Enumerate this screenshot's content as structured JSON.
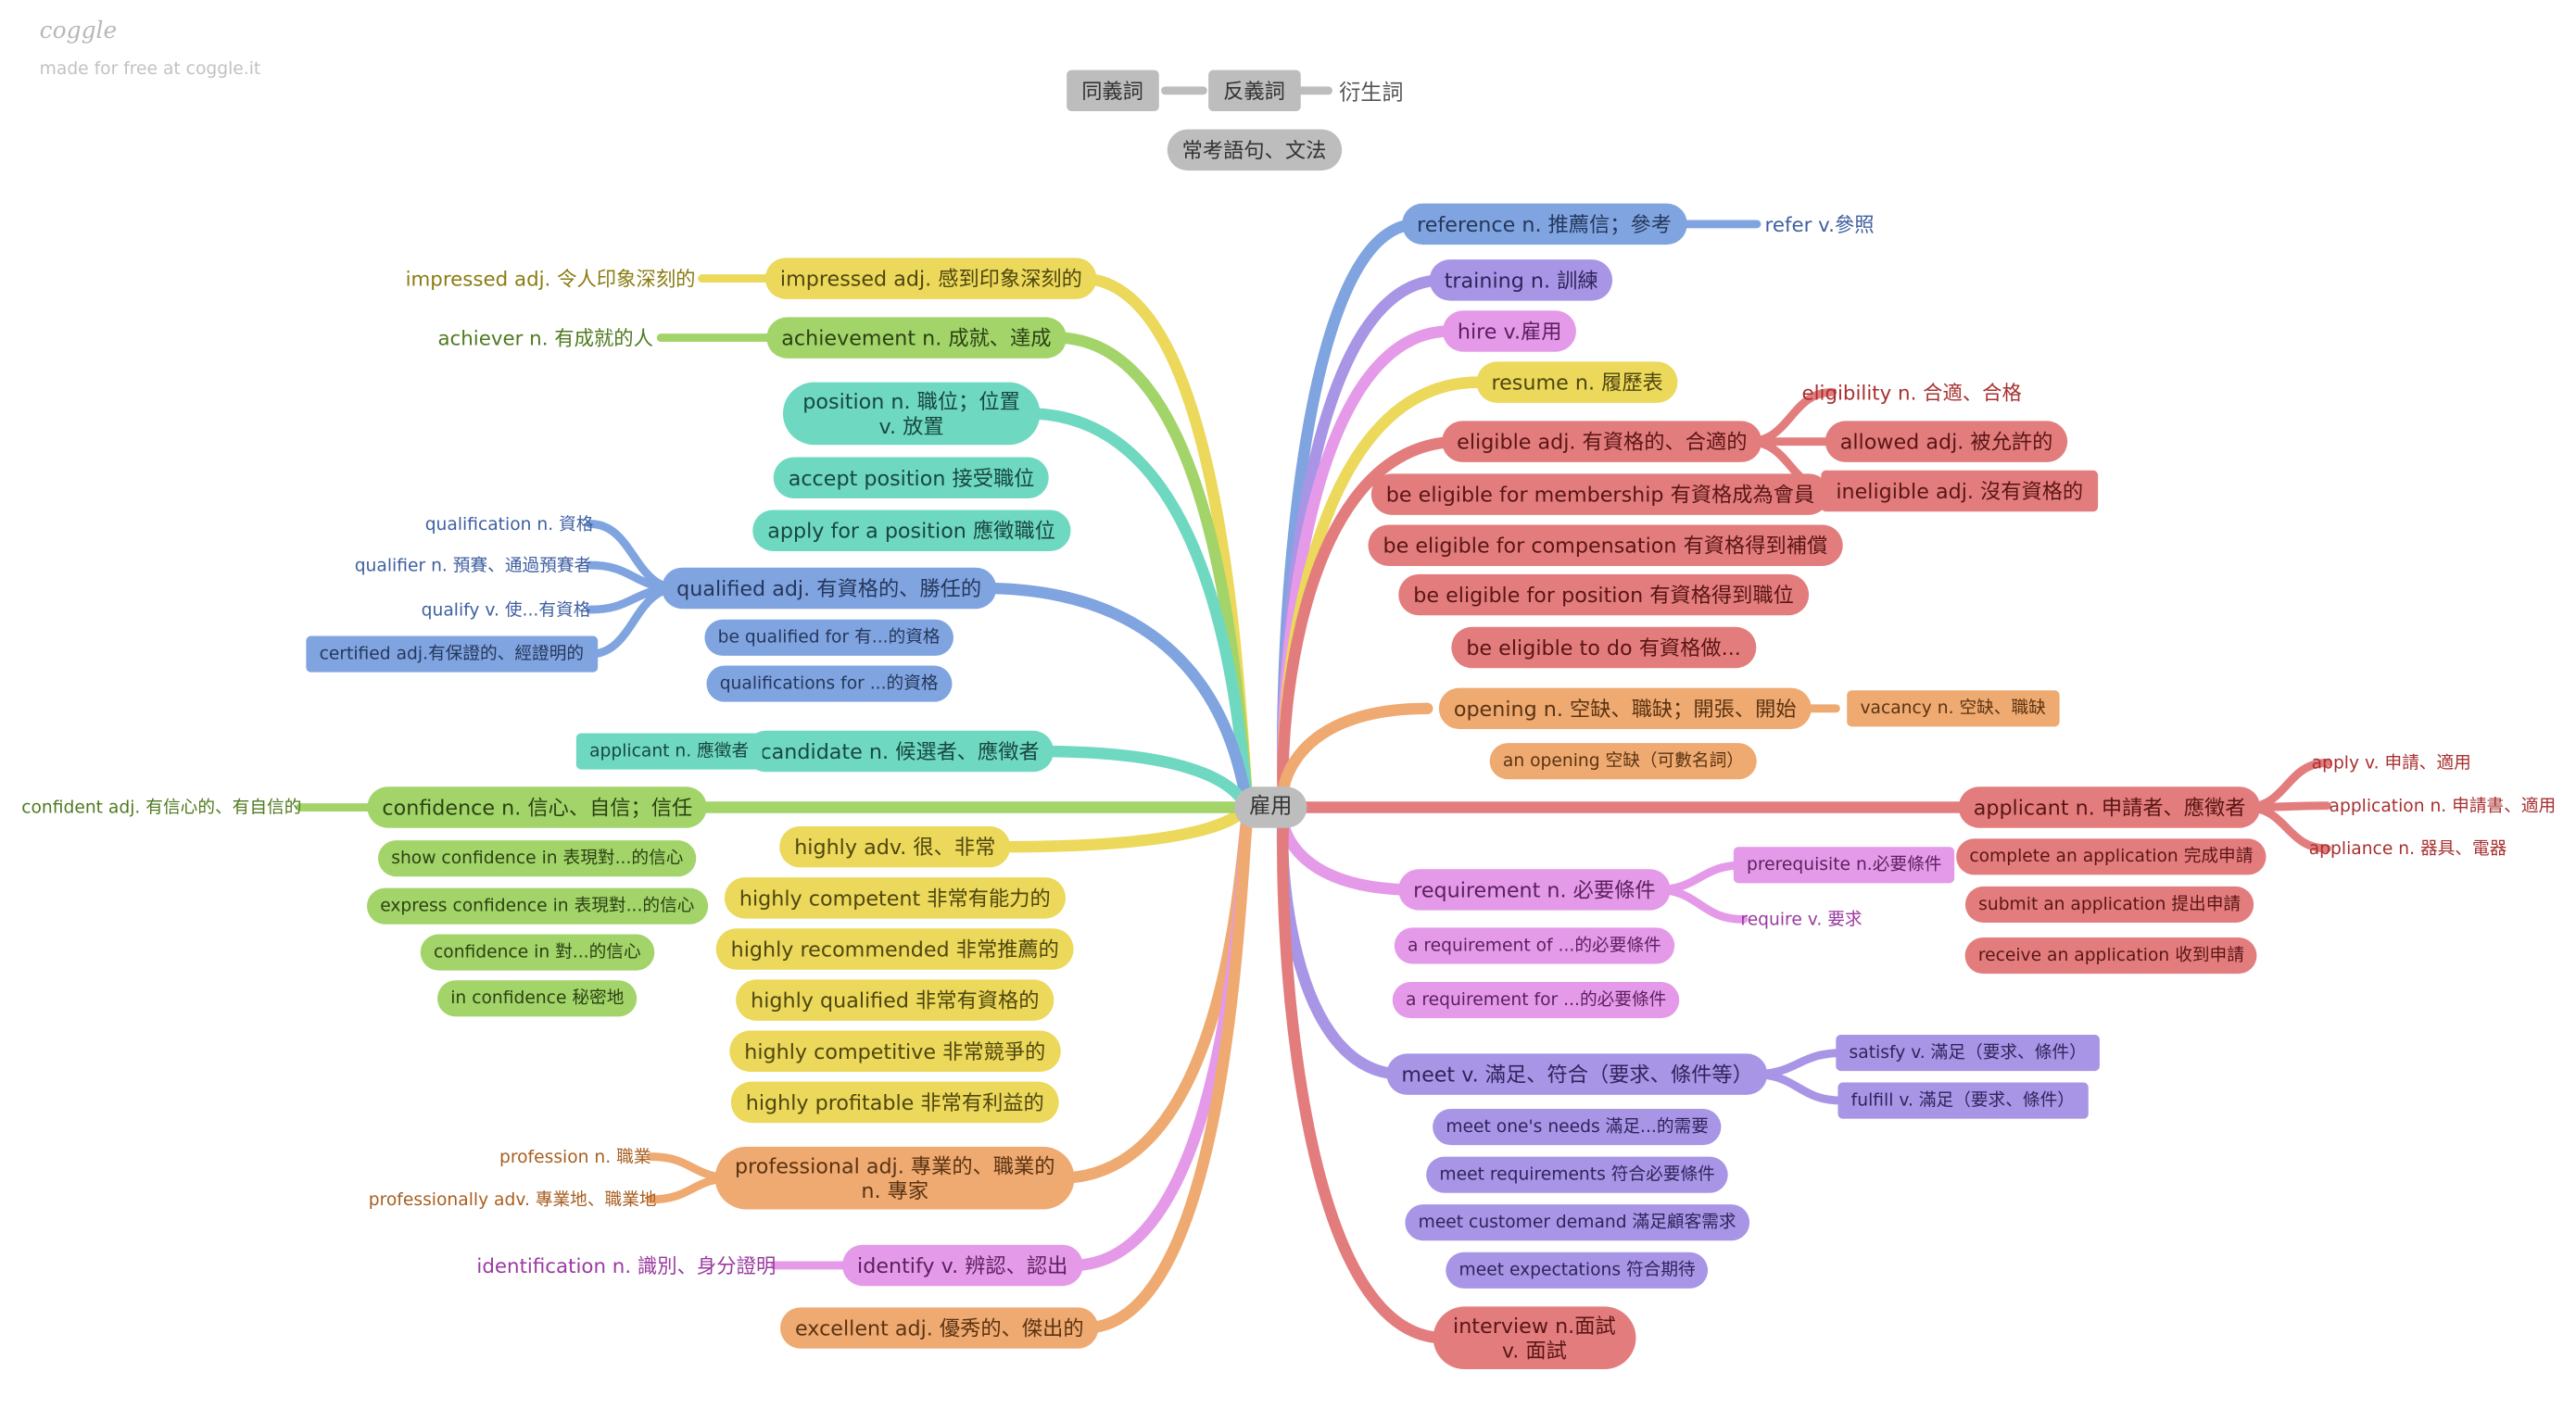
{
  "brand": {
    "logo": "coggle",
    "tagline": "made for free at coggle.it"
  },
  "legend": {
    "synonym": "同義詞",
    "antonym": "反義詞",
    "derivative": "衍生詞",
    "grammar": "常考語句、文法"
  },
  "center": "雇用",
  "colors": {
    "blue": "#7fa4e0",
    "purple": "#a895e6",
    "pink": "#e49ae8",
    "yellow": "#ecd85a",
    "red": "#e37d7d",
    "orange": "#eeaa70",
    "teal": "#6fd8c1",
    "green": "#a3d46a",
    "grey": "#bdbdbd"
  },
  "right": {
    "reference": {
      "label": "reference n. 推薦信；參考",
      "derived": "refer v.參照"
    },
    "training": "training n. 訓練",
    "hire": "hire v.雇用",
    "resume": "resume n. 履歷表",
    "eligible": {
      "label": "eligible adj. 有資格的、合適的",
      "syn1": "eligibility n. 合適、合格",
      "syn2": "allowed adj. 被允許的",
      "ant": "ineligible adj. 沒有資格的",
      "phrases": [
        "be eligible for membership 有資格成為會員",
        "be eligible for compensation 有資格得到補償",
        "be eligible for position 有資格得到職位",
        "be eligible to do 有資格做..."
      ]
    },
    "opening": {
      "label": "opening n. 空缺、職缺；開張、開始",
      "syn": "vacancy n. 空缺、職缺",
      "phrase": "an opening 空缺（可數名詞）"
    },
    "applicant": {
      "label": "applicant n. 申請者、應徵者",
      "derived": [
        "apply v. 申請、適用",
        "application n. 申請書、適用",
        "appliance n. 器具、電器"
      ],
      "phrases": [
        "complete an application 完成申請",
        "submit an application 提出申請",
        "receive an application 收到申請"
      ]
    },
    "requirement": {
      "label": "requirement n. 必要條件",
      "syn": "prerequisite n.必要條件",
      "derived": "require v. 要求",
      "phrases": [
        "a requirement of ...的必要條件",
        "a requirement for ...的必要條件"
      ]
    },
    "meet": {
      "label": "meet v. 滿足、符合（要求、條件等）",
      "syn": [
        "satisfy v. 滿足（要求、條件）",
        "fulfill v. 滿足（要求、條件）"
      ],
      "phrases": [
        "meet one's needs 滿足...的需要",
        "meet requirements 符合必要條件",
        "meet customer demand 滿足顧客需求",
        "meet expectations 符合期待"
      ]
    },
    "interview": {
      "line1": "interview n.面試",
      "line2": "v. 面試"
    }
  },
  "left": {
    "impressed": {
      "label": "impressed adj. 感到印象深刻的",
      "derived": "impressed adj. 令人印象深刻的"
    },
    "achievement": {
      "label": "achievement n. 成就、達成",
      "derived": "achiever n. 有成就的人"
    },
    "position": {
      "line1": "position n. 職位；位置",
      "line2": "v. 放置",
      "phrases": [
        "accept position 接受職位",
        "apply for a position 應徵職位"
      ]
    },
    "qualified": {
      "label": "qualified adj. 有資格的、勝任的",
      "derived": [
        "qualification n. 資格",
        "qualifier n. 預賽、通過預賽者",
        "qualify v. 使...有資格"
      ],
      "syn": "certified adj.有保證的、經證明的",
      "phrases": [
        "be qualified for 有...的資格",
        "qualifications for ...的資格"
      ]
    },
    "candidate": {
      "label": "candidate n. 候選者、應徵者",
      "syn": "applicant n. 應徵者"
    },
    "confidence": {
      "label": "confidence n. 信心、自信；信任",
      "derived": "confident adj. 有信心的、有自信的",
      "phrases": [
        "show confidence in 表現對...的信心",
        "express confidence in 表現對...的信心",
        "confidence in 對...的信心",
        "in confidence 秘密地"
      ]
    },
    "highly": {
      "label": "highly adv. 很、非常",
      "phrases": [
        "highly competent 非常有能力的",
        "highly recommended 非常推薦的",
        "highly qualified 非常有資格的",
        "highly competitive 非常競爭的",
        "highly profitable 非常有利益的"
      ]
    },
    "professional": {
      "line1": "professional adj. 專業的、職業的",
      "line2": "n. 專家",
      "derived": [
        "profession n. 職業",
        "professionally adv. 專業地、職業地"
      ]
    },
    "identify": {
      "label": "identify v. 辨認、認出",
      "derived": "identification n. 識別、身分證明"
    },
    "excellent": "excellent adj. 優秀的、傑出的"
  }
}
